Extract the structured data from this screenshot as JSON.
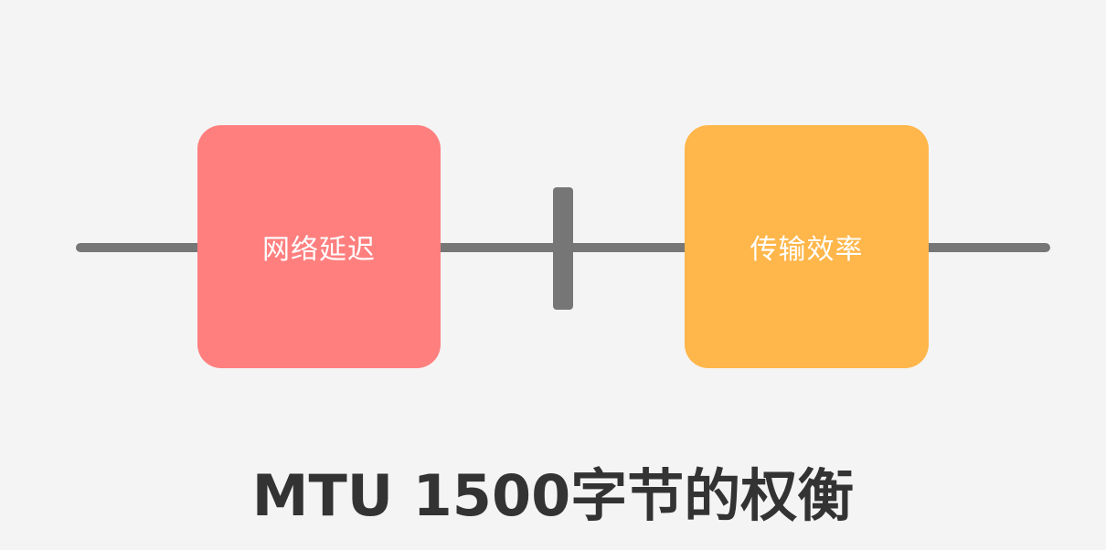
{
  "diagram": {
    "left_box": {
      "label": "网络延迟",
      "color": "#ff7f7f"
    },
    "right_box": {
      "label": "传输效率",
      "color": "#ffb64a"
    },
    "line_color": "#767676",
    "title": "MTU 1500字节的权衡"
  }
}
